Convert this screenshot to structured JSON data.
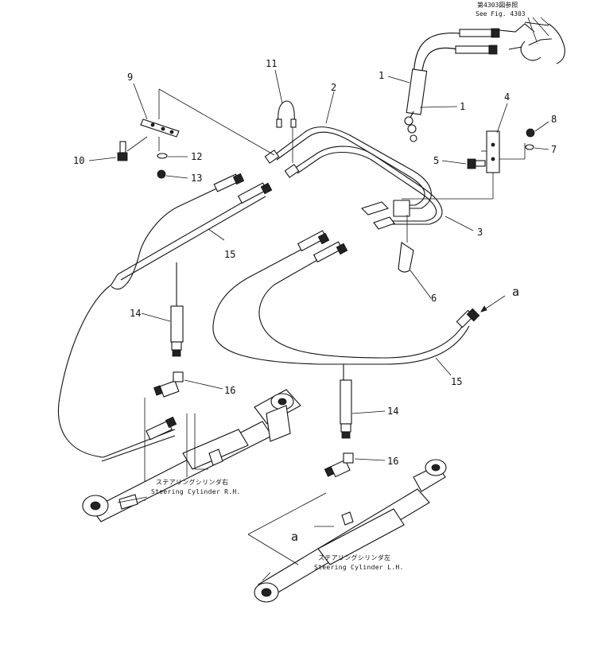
{
  "reference": {
    "jp_text": "第4303図参照",
    "en_text": "See Fig. 4303"
  },
  "callouts": {
    "c1a": "1",
    "c1b": "1",
    "c2": "2",
    "c3": "3",
    "c4": "4",
    "c5": "5",
    "c6": "6",
    "c7": "7",
    "c8": "8",
    "c9": "9",
    "c10": "10",
    "c11": "11",
    "c12": "12",
    "c13": "13",
    "c14a": "14",
    "c14b": "14",
    "c15a": "15",
    "c15b": "15",
    "c16a": "16",
    "c16b": "16",
    "a1": "a",
    "a2": "a"
  },
  "captions": {
    "rh_jp": "ステアリングシリンダ右",
    "rh_en": "Steering Cylinder R.H.",
    "lh_jp": "ステアリングシリンダ左",
    "lh_en": "Steering Cylinder L.H."
  }
}
